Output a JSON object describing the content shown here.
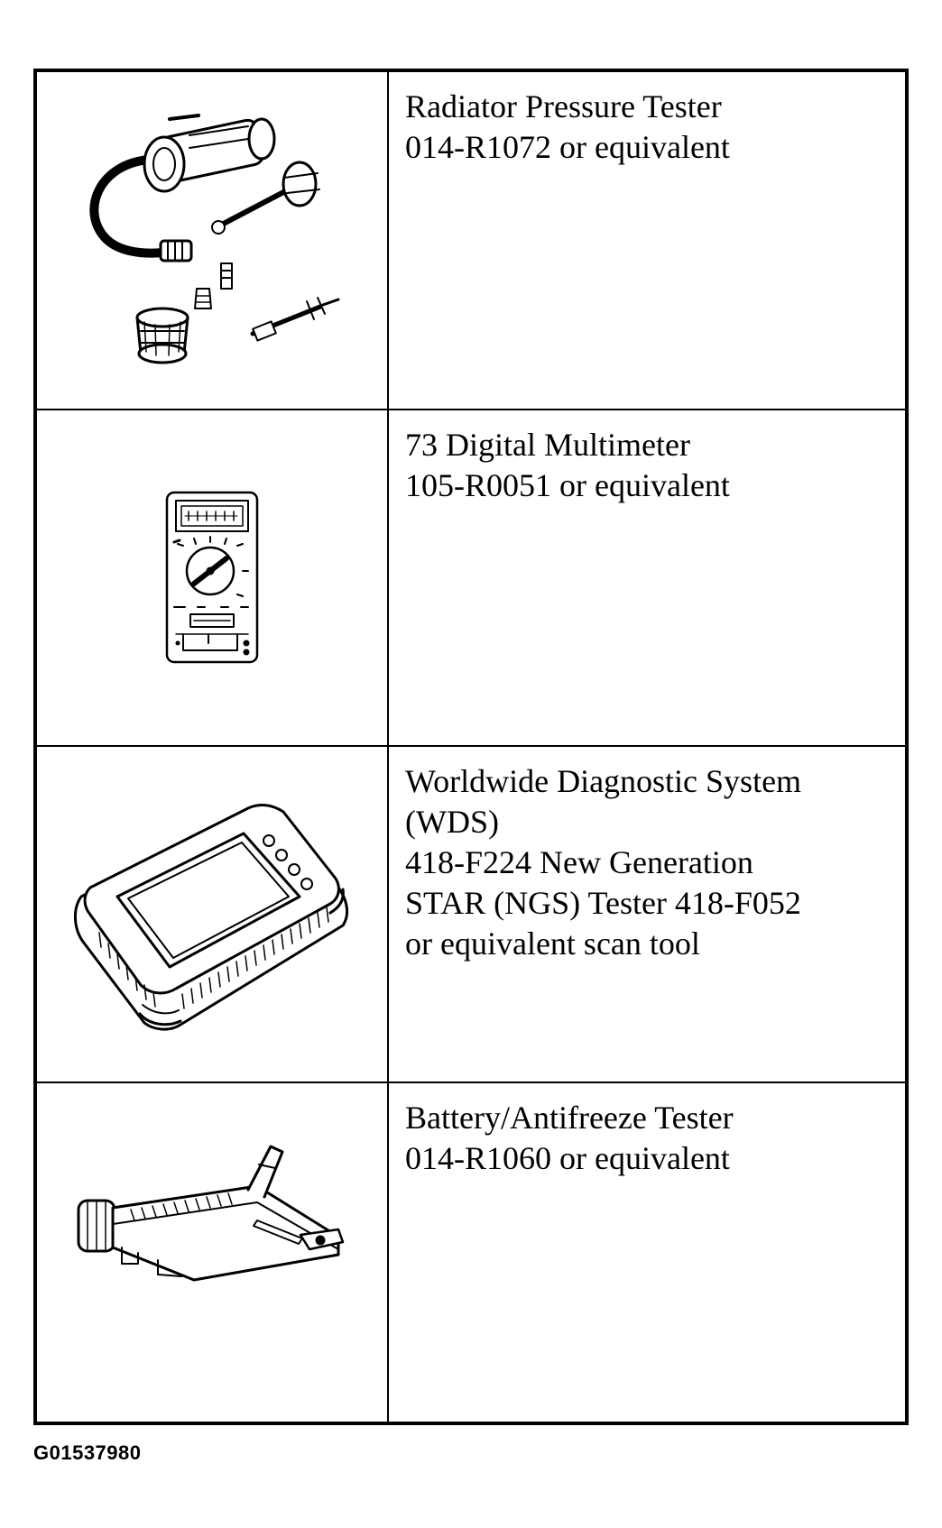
{
  "tools": [
    {
      "icon": "radiator-pressure-tester-icon",
      "lines": [
        "Radiator Pressure Tester",
        "014-R1072 or equivalent"
      ]
    },
    {
      "icon": "digital-multimeter-icon",
      "lines": [
        "73 Digital Multimeter",
        "105-R0051 or equivalent"
      ]
    },
    {
      "icon": "diagnostic-system-icon",
      "lines": [
        "Worldwide Diagnostic System",
        "(WDS)",
        "418-F224 New Generation",
        "STAR (NGS) Tester 418-F052",
        "or equivalent scan tool"
      ]
    },
    {
      "icon": "battery-antifreeze-tester-icon",
      "lines": [
        "Battery/Antifreeze Tester",
        "014-R1060 or equivalent"
      ]
    }
  ],
  "caption": "G01537980"
}
